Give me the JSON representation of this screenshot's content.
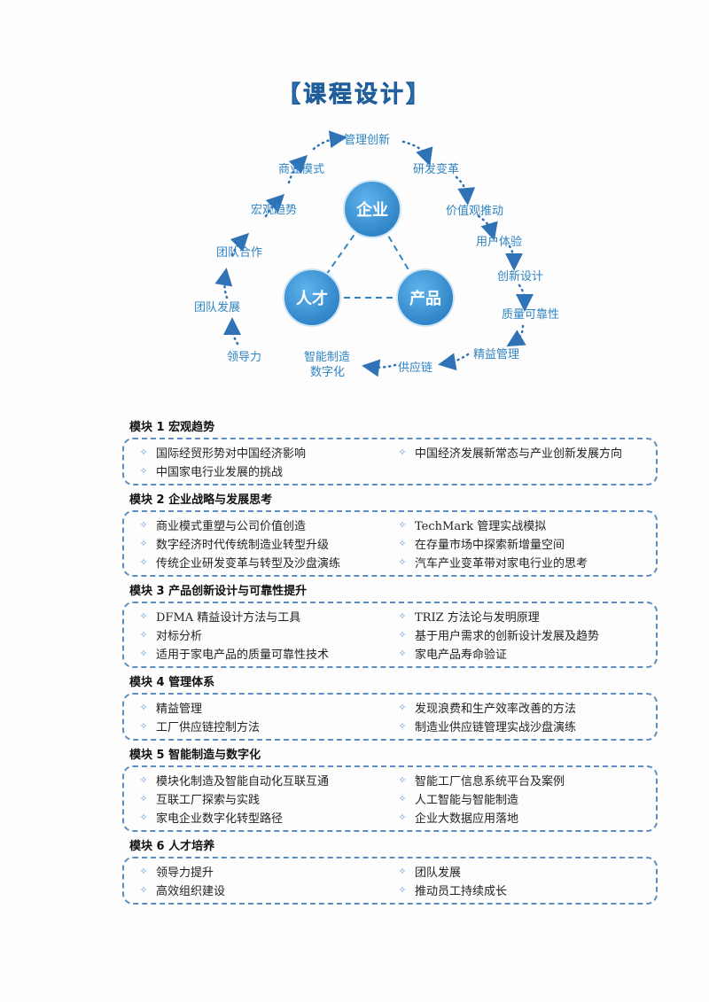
{
  "title": "【课程设计】",
  "diagram": {
    "nodes": {
      "enterprise": "企业",
      "talent": "人才",
      "product": "产品"
    },
    "cycle": [
      "管理创新",
      "研发变革",
      "价值观推动",
      "用户体验",
      "创新设计",
      "质量可靠性",
      "精益管理",
      "供应链",
      "智能制造",
      "数字化",
      "领导力",
      "团队发展",
      "团队合作",
      "宏观趋势",
      "商业模式"
    ]
  },
  "bullet_icon": "star-bullet-icon",
  "modules": [
    {
      "title": "模块 1  宏观趋势",
      "items": [
        "国际经贸形势对中国经济影响",
        "中国经济发展新常态与产业创新发展方向",
        "中国家电行业发展的挑战"
      ]
    },
    {
      "title": "模块 2  企业战略与发展思考",
      "items": [
        "商业模式重塑与公司价值创造",
        "TechMark 管理实战模拟",
        "数字经济时代传统制造业转型升级",
        "在存量市场中探索新增量空间",
        "传统企业研发变革与转型及沙盘演练",
        "汽车产业变革带对家电行业的思考"
      ]
    },
    {
      "title": "模块 3  产品创新设计与可靠性提升",
      "items": [
        "DFMA 精益设计方法与工具",
        "TRIZ 方法论与发明原理",
        "对标分析",
        "基于用户需求的创新设计发展及趋势",
        "适用于家电产品的质量可靠性技术",
        "家电产品寿命验证"
      ]
    },
    {
      "title": "模块 4  管理体系",
      "items": [
        "精益管理",
        "发现浪费和生产效率改善的方法",
        "工厂供应链控制方法",
        "制造业供应链管理实战沙盘演练"
      ]
    },
    {
      "title": "模块 5  智能制造与数字化",
      "items": [
        "模块化制造及智能自动化互联互通",
        "智能工厂信息系统平台及案例",
        "互联工厂探索与实践",
        "人工智能与智能制造",
        "家电企业数字化转型路径",
        "企业大数据应用落地"
      ]
    },
    {
      "title": "模块 6  人才培养",
      "items": [
        "领导力提升",
        "团队发展",
        "高效组织建设",
        "推动员工持续成长"
      ]
    }
  ]
}
